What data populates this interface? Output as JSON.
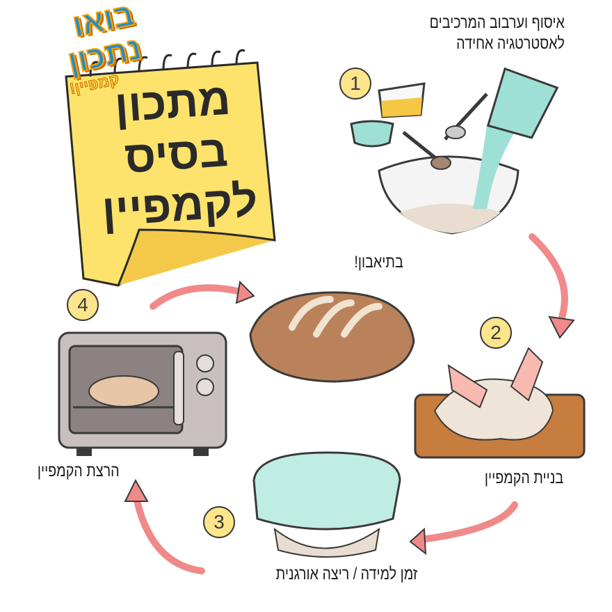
{
  "logo": {
    "main": "בואו נתכון",
    "sub": "קמפיין!"
  },
  "note_title": [
    "מתכון",
    "בסיס",
    "לקמפיין"
  ],
  "steps": [
    {
      "number": "1",
      "label_lines": [
        "איסוף וערבוב המרכיבים",
        "לאסטרטגיה אחידה"
      ]
    },
    {
      "number": "2",
      "label": "בניית הקמפיין"
    },
    {
      "number": "3",
      "label": "זמן למידה / ריצה אורגנית"
    },
    {
      "number": "4",
      "label": "הרצת הקמפיין"
    }
  ],
  "result_label": "בתיאבון!",
  "colors": {
    "arrow": "#f08a8a",
    "circle": "#fde58c",
    "note": "#fde36b",
    "bowl_liquid": "#9fe0d6"
  }
}
